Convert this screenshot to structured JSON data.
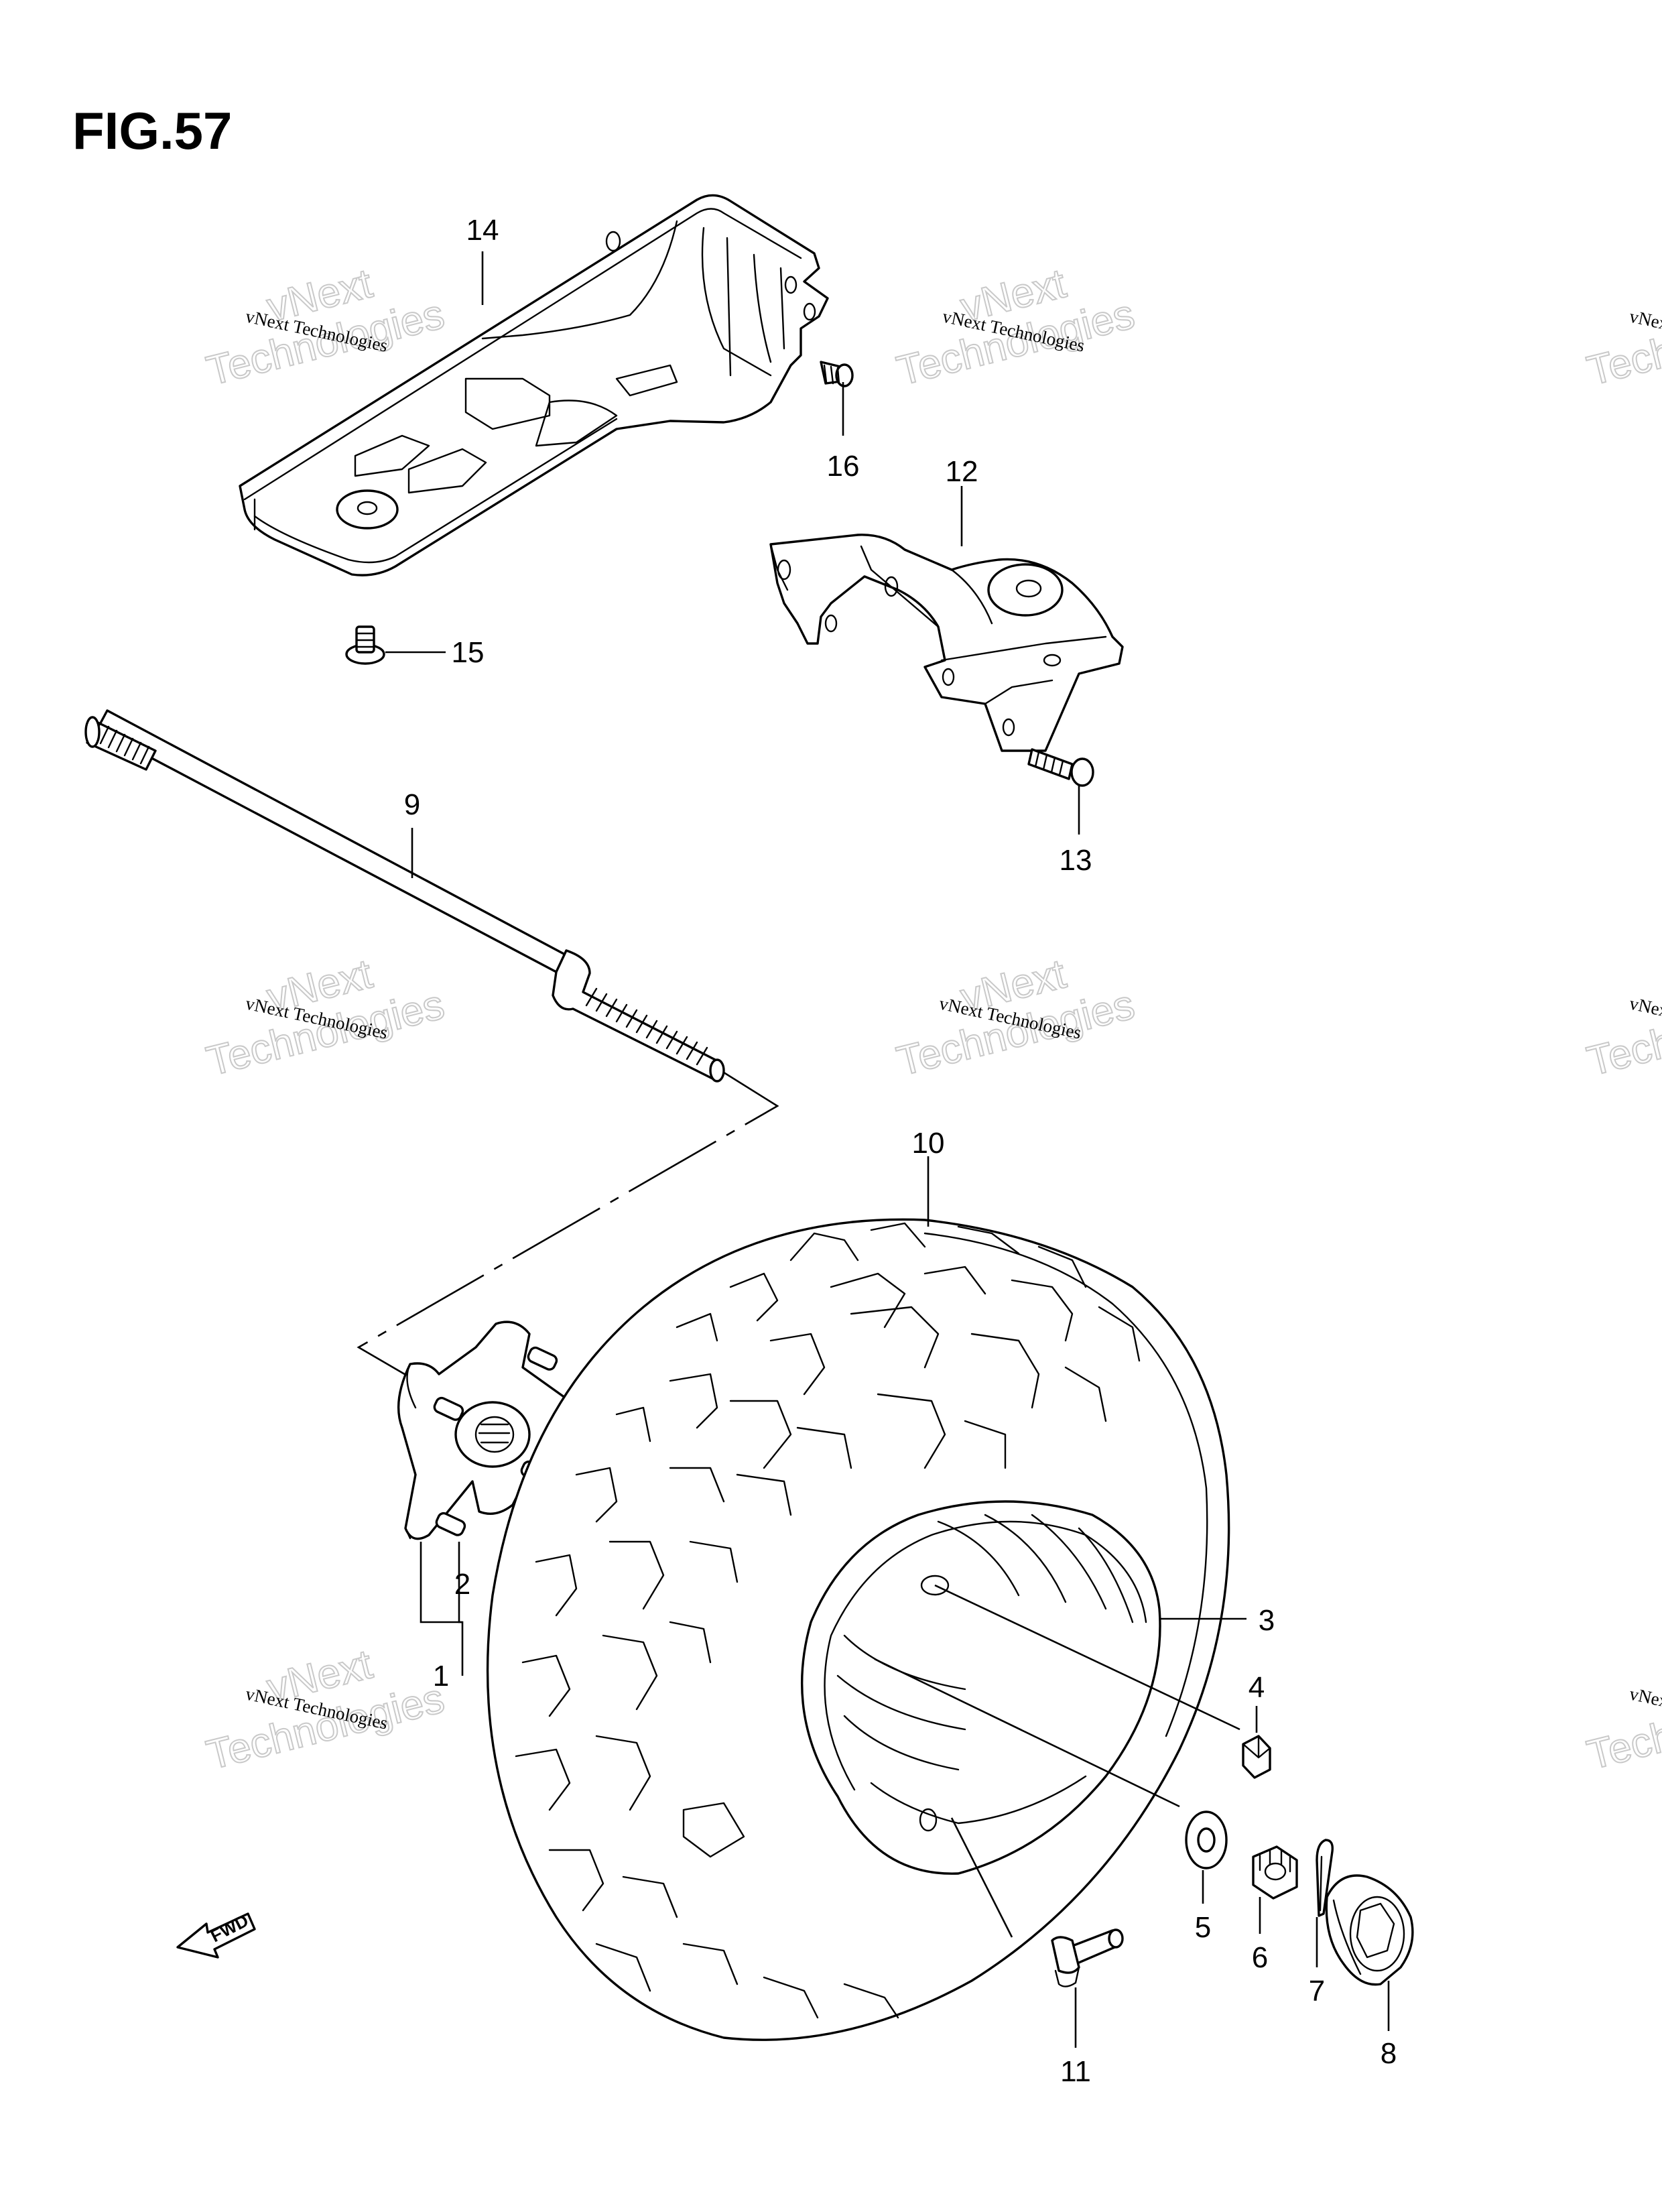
{
  "figure": {
    "title": "FIG.57"
  },
  "callouts": [
    {
      "id": "1",
      "label": "1"
    },
    {
      "id": "2",
      "label": "2"
    },
    {
      "id": "3",
      "label": "3"
    },
    {
      "id": "4",
      "label": "4"
    },
    {
      "id": "5",
      "label": "5"
    },
    {
      "id": "6",
      "label": "6"
    },
    {
      "id": "7",
      "label": "7"
    },
    {
      "id": "8",
      "label": "8"
    },
    {
      "id": "9",
      "label": "9"
    },
    {
      "id": "10",
      "label": "10"
    },
    {
      "id": "11",
      "label": "11"
    },
    {
      "id": "12",
      "label": "12"
    },
    {
      "id": "13",
      "label": "13"
    },
    {
      "id": "14",
      "label": "14"
    },
    {
      "id": "15",
      "label": "15"
    },
    {
      "id": "16",
      "label": "16"
    }
  ],
  "direction_badge": {
    "label": "FWD"
  },
  "watermark": {
    "line1": "vNext Technologies",
    "line2": "Technologies",
    "line3": "vNext"
  }
}
